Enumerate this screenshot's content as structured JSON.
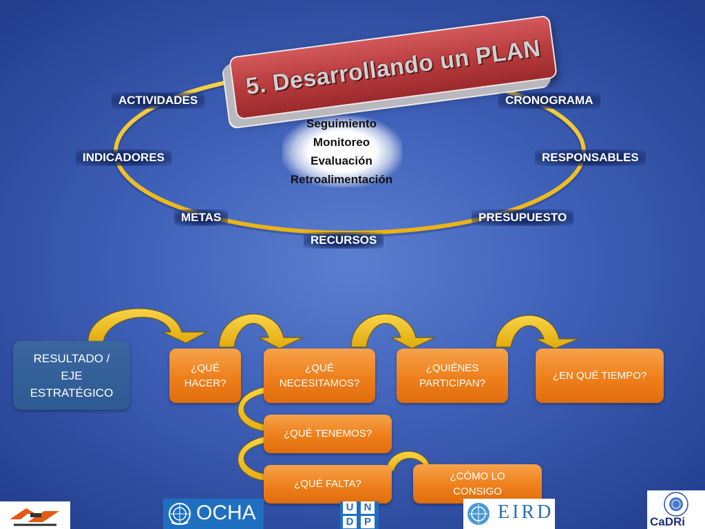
{
  "title": "5. Desarrollando un PLAN",
  "cycle": {
    "labels": {
      "actividades": "ACTIVIDADES",
      "cronograma": "CRONOGRAMA",
      "indicadores": "INDICADORES",
      "responsables": "RESPONSABLES",
      "metas": "METAS",
      "presupuesto": "PRESUPUESTO",
      "recursos": "RECURSOS"
    },
    "center": [
      "Seguimiento",
      "Monitoreo",
      "Evaluación",
      "Retroalimentación"
    ]
  },
  "flow": {
    "resultado": "RESULTADO / EJE ESTRATÉGICO",
    "que_hacer": "¿QUÉ HACER?",
    "que_necesitamos": "¿QUÉ NECESITAMOS?",
    "quienes_participan": "¿QUIÉNES PARTICIPAN?",
    "en_que_tiempo": "¿EN QUÉ TIEMPO?",
    "que_tenemos": "¿QUÉ TENEMOS?",
    "que_falta": "¿QUÉ FALTA?",
    "como_lo_consigo": "¿CÓMO LO CONSIGO"
  },
  "logos": {
    "ocha": "OCHA",
    "undp": [
      "U",
      "N",
      "D",
      "P"
    ],
    "eird": "EIRD",
    "cadri": "CaDRi"
  },
  "colors": {
    "title_red": "#b63a3c",
    "ellipse_gold": "#f2c21a",
    "orange_box": "#ee7f1b",
    "blue_box": "#2d5a93",
    "arrow_gold": "#f4c21a"
  }
}
